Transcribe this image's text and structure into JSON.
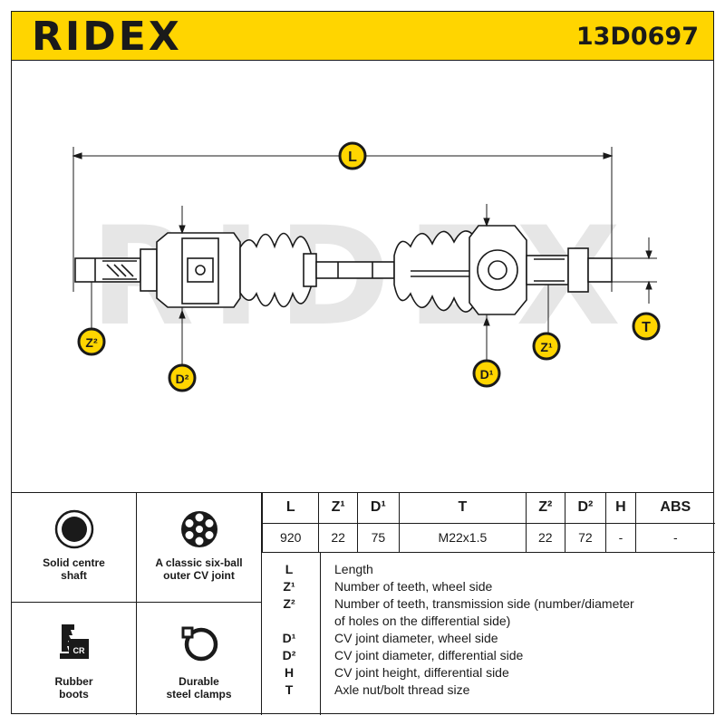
{
  "header": {
    "brand": "RIDEX",
    "part_number": "13D0697"
  },
  "drawing": {
    "watermark": "RIDEX",
    "markers": {
      "L": "L",
      "Z1": "Z¹",
      "Z2": "Z²",
      "D1": "D¹",
      "D2": "D²",
      "T": "T"
    },
    "colors": {
      "marker_fill": "#ffd500",
      "marker_ring": "#1a1a1a",
      "watermark": "#e6e6e6"
    }
  },
  "features": [
    {
      "icon": "solid-shaft-icon",
      "label_line1": "Solid centre",
      "label_line2": "shaft"
    },
    {
      "icon": "six-ball-joint-icon",
      "label_line1": "A classic six-ball",
      "label_line2": "outer CV joint"
    },
    {
      "icon": "rubber-boot-icon",
      "icon_text": "CR",
      "label_line1": "Rubber",
      "label_line2": "boots"
    },
    {
      "icon": "steel-clamp-icon",
      "label_line1": "Durable",
      "label_line2": "steel clamps"
    }
  ],
  "spec_table": {
    "headers": [
      "L",
      "Z¹",
      "D¹",
      "T",
      "Z²",
      "D²",
      "H",
      "ABS"
    ],
    "values": [
      "920",
      "22",
      "75",
      "M22x1.5",
      "22",
      "72",
      "-",
      "-"
    ]
  },
  "legend": [
    {
      "key": "L",
      "text": "Length"
    },
    {
      "key": "Z¹",
      "text": "Number of teeth, wheel side"
    },
    {
      "key": "Z²",
      "text": "Number of teeth, transmission side (number/diameter"
    },
    {
      "key": "",
      "text": "of holes on the differential side)"
    },
    {
      "key": "D¹",
      "text": "CV joint diameter, wheel side"
    },
    {
      "key": "D²",
      "text": "CV joint diameter, differential side"
    },
    {
      "key": "H",
      "text": "CV joint height, differential side"
    },
    {
      "key": "T",
      "text": "Axle nut/bolt thread size"
    }
  ]
}
